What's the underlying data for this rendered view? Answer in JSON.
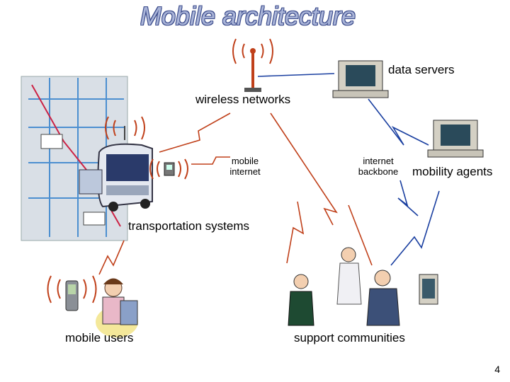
{
  "slide": {
    "title": "Mobile architecture",
    "page_number": "4"
  },
  "labels": {
    "data_servers": "data servers",
    "wireless_networks": "wireless networks",
    "mobile_internet": "mobile internet",
    "internet_backbone": "internet backbone",
    "mobility_agents": "mobility agents",
    "transportation_systems": "transportation systems",
    "mobile_users": "mobile users",
    "support_communities": "support communities"
  },
  "colors": {
    "title_fill": "#a9b4d8",
    "wireless_link": "#c0401a",
    "wired_link": "#1a3fa0",
    "antenna_bracket": "#c0401a"
  }
}
